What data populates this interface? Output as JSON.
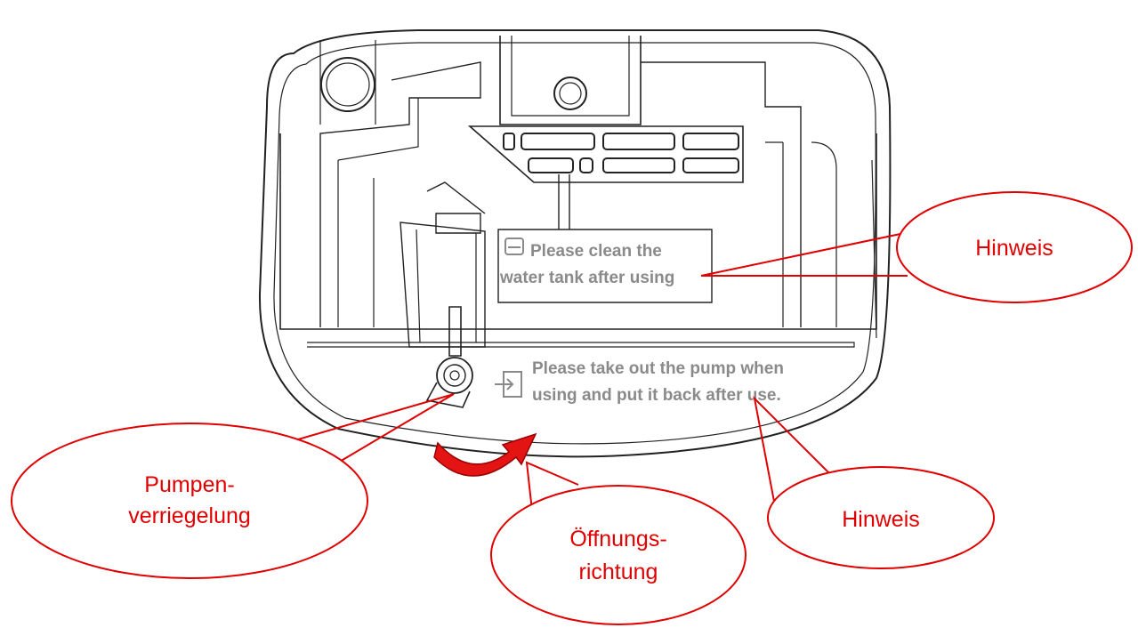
{
  "colors": {
    "callout": "#e00000",
    "outline": "#222222",
    "device_label": "#8a8a8a",
    "arrow_fill": "#e41414"
  },
  "device_labels": {
    "tank_line1": "Please clean the",
    "tank_line2": "water tank after using",
    "pump_line1": "Please take out the pump when",
    "pump_line2": "using and put it back after use."
  },
  "callouts": {
    "hint_top": "Hinweis",
    "hint_bottom": "Hinweis",
    "pump_lock_line1": "Pumpen-",
    "pump_lock_line2": "verriegelung",
    "opening_line1": "Öffnungs-",
    "opening_line2": "richtung"
  },
  "icons": {
    "tank": "water-tank-icon",
    "pump": "pump-remove-icon",
    "direction": "curved-arrow-icon"
  }
}
